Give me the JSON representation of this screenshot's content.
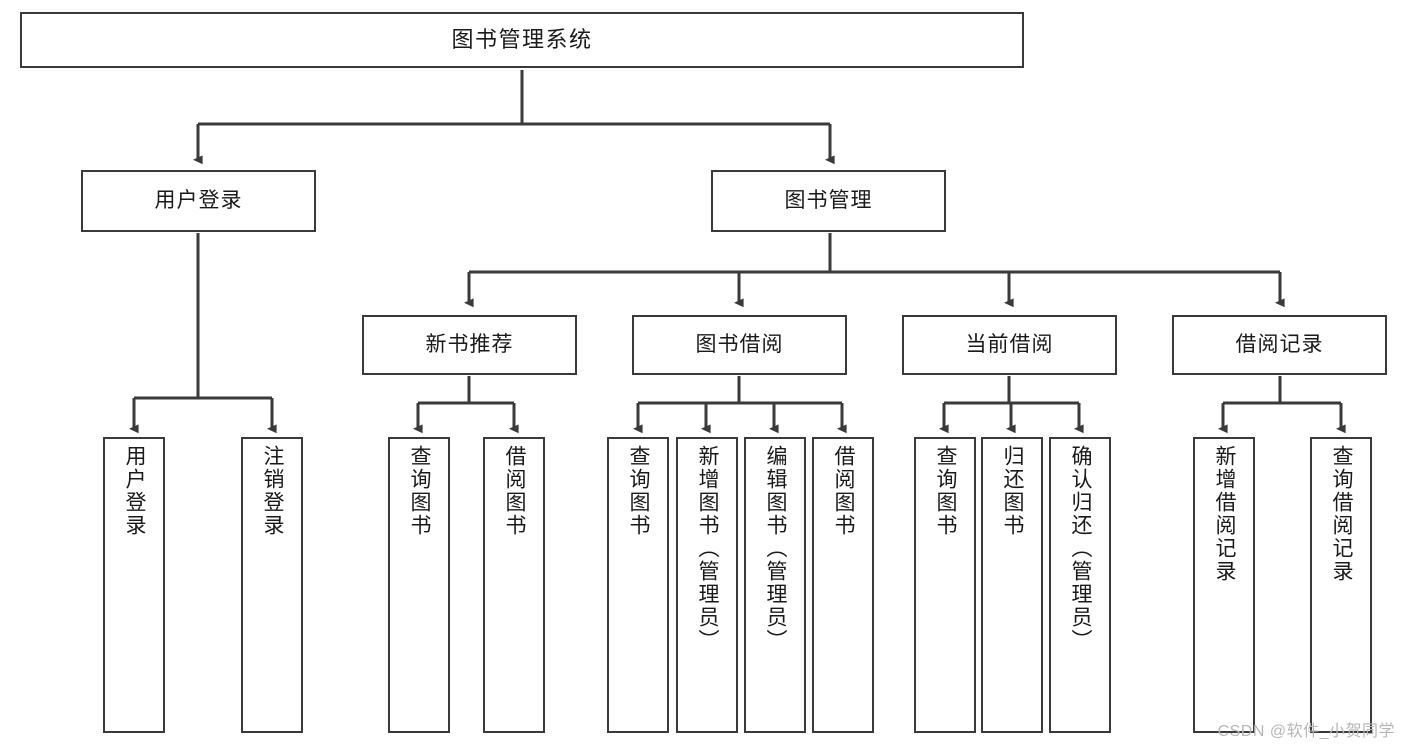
{
  "diagram": {
    "title": "图书管理系统",
    "type": "tree-hierarchy",
    "watermark": "CSDN @软件_小贺同学",
    "colors": {
      "box_border": "#3a3a3a",
      "box_fill": "#ffffff",
      "connector": "#3a3a3a",
      "text": "#1a1a1a",
      "watermark": "#b6b6b6",
      "background": "#ffffff"
    },
    "root": {
      "label": "图书管理系统"
    },
    "level2": [
      {
        "key": "user-login",
        "label": "用户登录"
      },
      {
        "key": "book-management",
        "label": "图书管理"
      }
    ],
    "level3": [
      {
        "key": "new-book-recommend",
        "label": "新书推荐"
      },
      {
        "key": "book-borrow",
        "label": "图书借阅"
      },
      {
        "key": "current-borrow",
        "label": "当前借阅"
      },
      {
        "key": "borrow-record",
        "label": "借阅记录"
      }
    ],
    "leaves": {
      "user-login": [
        {
          "key": "leaf-user-login",
          "label": "用户登录"
        },
        {
          "key": "leaf-logout-login",
          "label": "注销登录"
        }
      ],
      "new-book-recommend": [
        {
          "key": "leaf-query-book-1",
          "label": "查询图书"
        },
        {
          "key": "leaf-borrow-book-1",
          "label": "借阅图书"
        }
      ],
      "book-borrow": [
        {
          "key": "leaf-query-book-2",
          "label": "查询图书"
        },
        {
          "key": "leaf-add-book",
          "label": "新增图书（管理员）"
        },
        {
          "key": "leaf-edit-book",
          "label": "编辑图书（管理员）"
        },
        {
          "key": "leaf-borrow-book-2",
          "label": "借阅图书"
        }
      ],
      "current-borrow": [
        {
          "key": "leaf-query-book-3",
          "label": "查询图书"
        },
        {
          "key": "leaf-return-book",
          "label": "归还图书"
        },
        {
          "key": "leaf-confirm-return",
          "label": "确认归还（管理员）"
        }
      ],
      "borrow-record": [
        {
          "key": "leaf-add-record",
          "label": "新增借阅记录"
        },
        {
          "key": "leaf-query-record",
          "label": "查询借阅记录"
        }
      ]
    }
  }
}
